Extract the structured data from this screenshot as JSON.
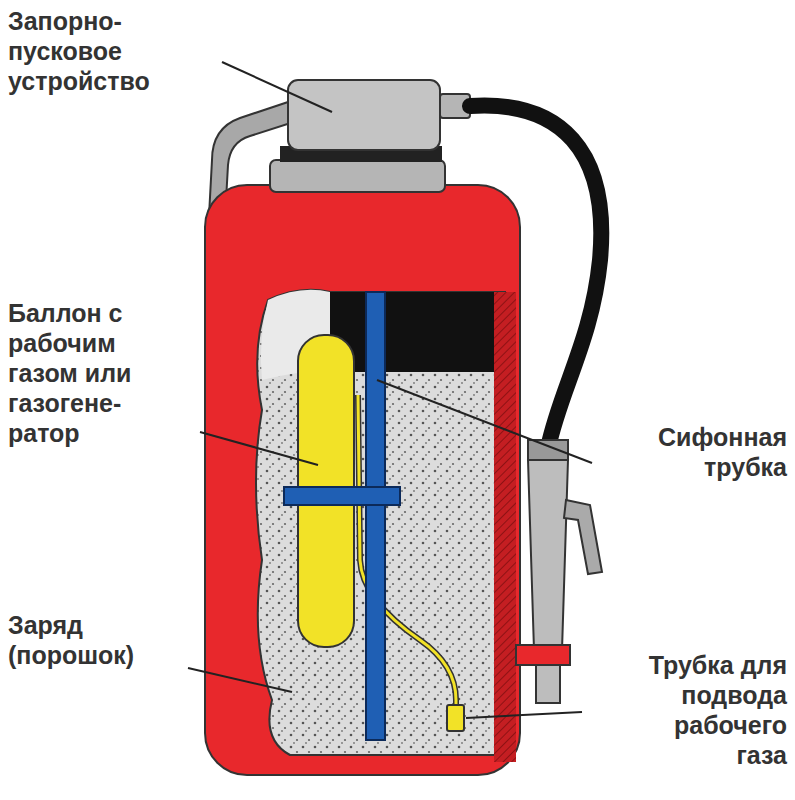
{
  "diagram": {
    "labels": [
      "Запорно- пусковое устройство",
      "Баллон с рабочим газом или газогене- ратор",
      "Сифонная трубка",
      "Заряд (порошок)",
      "Трубка для подвода рабочего газа"
    ]
  }
}
